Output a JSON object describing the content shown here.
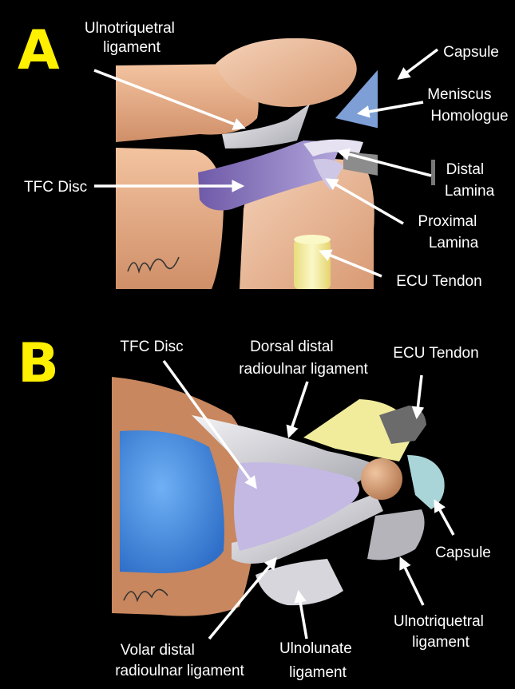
{
  "panels": {
    "a": {
      "letter": "A",
      "labels": {
        "ulnotriquetral": [
          "Ulnotriquetral",
          "ligament"
        ],
        "capsule": [
          "Capsule"
        ],
        "meniscus": [
          "Meniscus",
          "Homologue"
        ],
        "tfc_disc": [
          "TFC Disc"
        ],
        "distal_lamina": [
          "Distal",
          "Lamina"
        ],
        "proximal_lamina": [
          "Proximal",
          "Lamina"
        ],
        "ecu_tendon": [
          "ECU Tendon"
        ]
      }
    },
    "b": {
      "letter": "B",
      "labels": {
        "tfc_disc": [
          "TFC Disc"
        ],
        "dorsal_drul": [
          "Dorsal distal",
          "radioulnar ligament"
        ],
        "ecu_tendon": [
          "ECU Tendon"
        ],
        "capsule": [
          "Capsule"
        ],
        "ulnotriquetral": [
          "Ulnotriquetral",
          "ligament"
        ],
        "volar_drul": [
          "Volar distal",
          "radioulnar ligament"
        ],
        "ulnolunate": [
          "Ulnolunate",
          "ligament"
        ]
      }
    }
  },
  "colors": {
    "background": "#000000",
    "panel_letter": "#ffef00",
    "label_text": "#ffffff",
    "bone": "#e8aa82",
    "tfc_disc": "#8a78c0",
    "meniscus": "#7e9fd6",
    "capsule": "#a9d5d8",
    "ecu_tendon": "#f1ec9c",
    "ligament": "#d8d8dc",
    "cartilage_blue": "#4a8ee0"
  }
}
